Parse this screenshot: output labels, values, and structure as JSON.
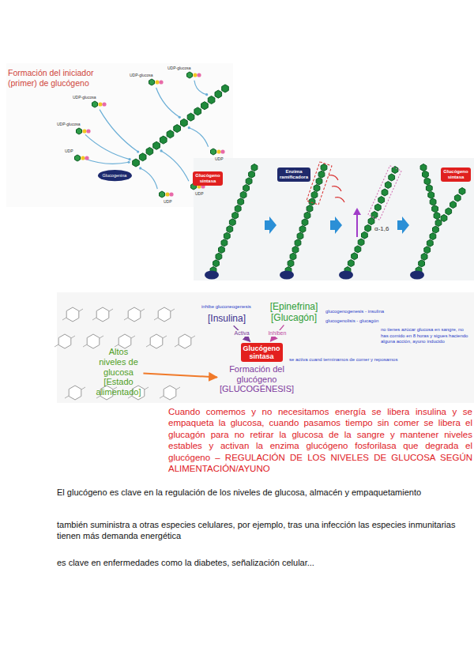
{
  "diagram": {
    "nodes": [
      {
        "text": [
          "Glucogenina"
        ]
      },
      {
        "text": [
          "Glucógeno sintasa"
        ]
      },
      {
        "text": [
          "Enzima ramificadora"
        ]
      },
      {
        "text": [
          "Glucógeno sintasa"
        ]
      },
      {
        "text": [
          "[Insulina]"
        ]
      },
      {
        "text": [
          "[Epinefrina] [Glucagón]"
        ]
      },
      {
        "text": [
          "Glucógeno sintasa"
        ]
      },
      {
        "text": [
          "Altos niveles de glucosa [Estado alimentado]"
        ]
      },
      {
        "text": [
          "Formación del glucógeno [GLUCOGÉNESIS]"
        ]
      }
    ],
    "edges": [
      {
        "from": 4,
        "to": 6,
        "label": "Activa",
        "arrow": "to"
      },
      {
        "from": 5,
        "to": 6,
        "label": "Inhiben",
        "arrow": "to"
      },
      {
        "from": 7,
        "to": 8,
        "arrow": "to"
      }
    ],
    "labels": [
      "Formación del iniciador (primer) de glucógeno",
      "UDP-glucosa",
      "UDP-glucosa",
      "UDP-glucosa",
      "UDP-glucosa",
      "UDP",
      "UDP",
      "UDP",
      "UDP",
      "α-1,6",
      "inhibe gluconeogenesis",
      "glucogenogenesis - insulina",
      "glucogenolisis - glucagón",
      "no tienes azúcar glucosa en sangre, no has comido en 8 horas y sigues haciendo alguna acción, ayuno inducido",
      "se activa cuand terminamos de comer y reposamos",
      "Cuando comemos y no necesitamos energía se libera insulina y se empaqueta la glucosa, cuando pasamos tiempo sin comer se libera el glucagón para no retirar la glucosa de la sangre y mantener niveles estables y activan la enzima glucógeno fosforilasa que degrada el glucógeno – REGULACIÓN DE LOS NIVELES DE GLUCOSA SEGÚN ALIMENTACIÓN/AYUNO",
      "El glucógeno es clave en la regulación de los niveles de glucosa, almacén y empaquetamiento",
      "también suministra a otras especies celulares, por ejemplo, tras una infección las especies inmunitarias tienen más demanda energética",
      "es clave en enfermedades como la diabetes, señalización celular..."
    ]
  }
}
